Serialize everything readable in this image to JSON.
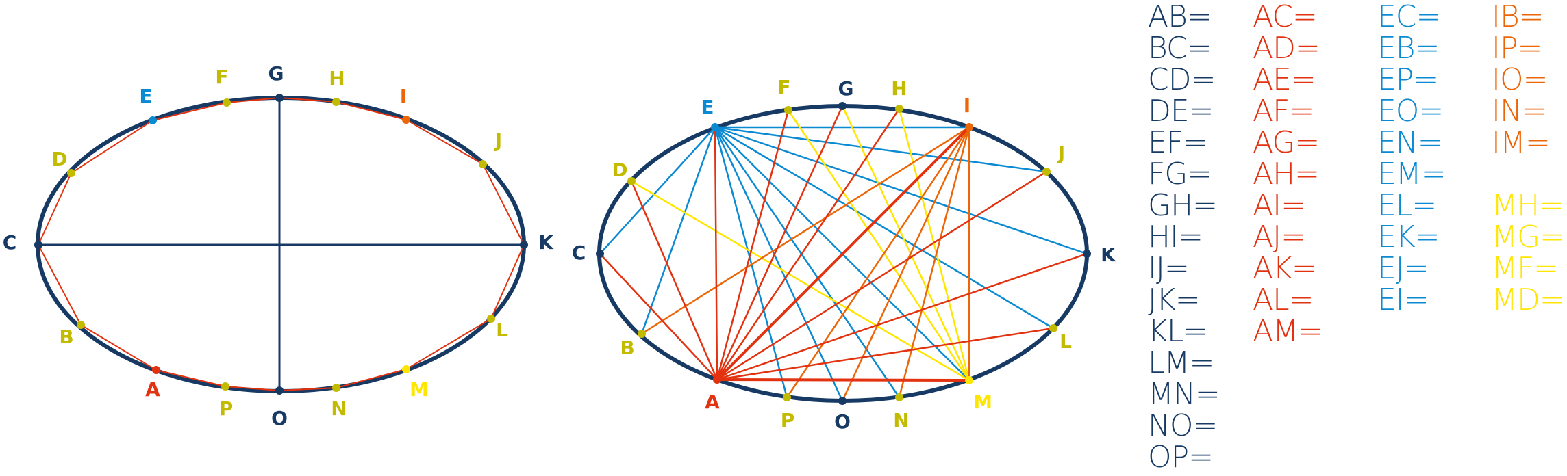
{
  "colors": {
    "navy": "#173a64",
    "red": "#e2320f",
    "blue": "#0a8ad2",
    "orange": "#ec6608",
    "yellow": "#ffe600",
    "olive": "#c2bb00"
  },
  "points": {
    "A": "red",
    "B": "olive",
    "C": "navy",
    "D": "olive",
    "E": "blue",
    "F": "olive",
    "G": "navy",
    "H": "olive",
    "I": "orange",
    "J": "olive",
    "K": "navy",
    "L": "olive",
    "M": "yellow",
    "N": "olive",
    "O": "navy",
    "P": "olive"
  },
  "left_diagram": {
    "polygon": [
      "C",
      "D",
      "E",
      "F",
      "G",
      "H",
      "I",
      "J",
      "K",
      "L",
      "M",
      "N",
      "O",
      "P",
      "A",
      "B",
      "C"
    ],
    "axes": [
      [
        "C",
        "K"
      ],
      [
        "G",
        "O"
      ]
    ]
  },
  "right_diagram": {
    "segments": [
      {
        "color": "blue",
        "pairs": [
          [
            "E",
            "C"
          ],
          [
            "E",
            "B"
          ],
          [
            "E",
            "P"
          ],
          [
            "E",
            "O"
          ],
          [
            "E",
            "N"
          ],
          [
            "E",
            "M"
          ],
          [
            "E",
            "L"
          ],
          [
            "E",
            "K"
          ],
          [
            "E",
            "J"
          ],
          [
            "E",
            "I"
          ]
        ]
      },
      {
        "color": "yellow",
        "pairs": [
          [
            "M",
            "H"
          ],
          [
            "M",
            "G"
          ],
          [
            "M",
            "F"
          ],
          [
            "M",
            "D"
          ]
        ]
      },
      {
        "color": "orange",
        "pairs": [
          [
            "I",
            "B"
          ],
          [
            "I",
            "P"
          ],
          [
            "I",
            "O"
          ],
          [
            "I",
            "N"
          ],
          [
            "I",
            "M"
          ]
        ]
      },
      {
        "color": "red",
        "pairs": [
          [
            "A",
            "C"
          ],
          [
            "A",
            "D"
          ],
          [
            "A",
            "E"
          ],
          [
            "A",
            "F"
          ],
          [
            "A",
            "G"
          ],
          [
            "A",
            "H"
          ],
          [
            "A",
            "I"
          ],
          [
            "A",
            "J"
          ],
          [
            "A",
            "K"
          ],
          [
            "A",
            "L"
          ],
          [
            "A",
            "M"
          ]
        ]
      }
    ]
  },
  "equations": [
    {
      "color": "navy",
      "items": [
        "AB=",
        "BC=",
        "CD=",
        "DE=",
        "EF=",
        "FG=",
        "GH=",
        "HI=",
        "IJ=",
        "JK=",
        "KL=",
        "LM=",
        "MN=",
        "NO=",
        "OP="
      ]
    },
    {
      "color": "red",
      "items": [
        "AC=",
        "AD=",
        "AE=",
        "AF=",
        "AG=",
        "AH=",
        "AI=",
        "AJ=",
        "AK=",
        "AL=",
        "AM="
      ]
    },
    {
      "color": "blue",
      "items": [
        "EC=",
        "EB=",
        "EP=",
        "EO=",
        "EN=",
        "EM=",
        "EL=",
        "EK=",
        "EJ=",
        "EI="
      ]
    },
    {
      "color": "orange",
      "items": [
        "IB=",
        "IP=",
        "IO=",
        "IN=",
        "IM="
      ]
    },
    {
      "color": "yellow",
      "items": [
        "MH=",
        "MG=",
        "MF=",
        "MD="
      ]
    }
  ]
}
